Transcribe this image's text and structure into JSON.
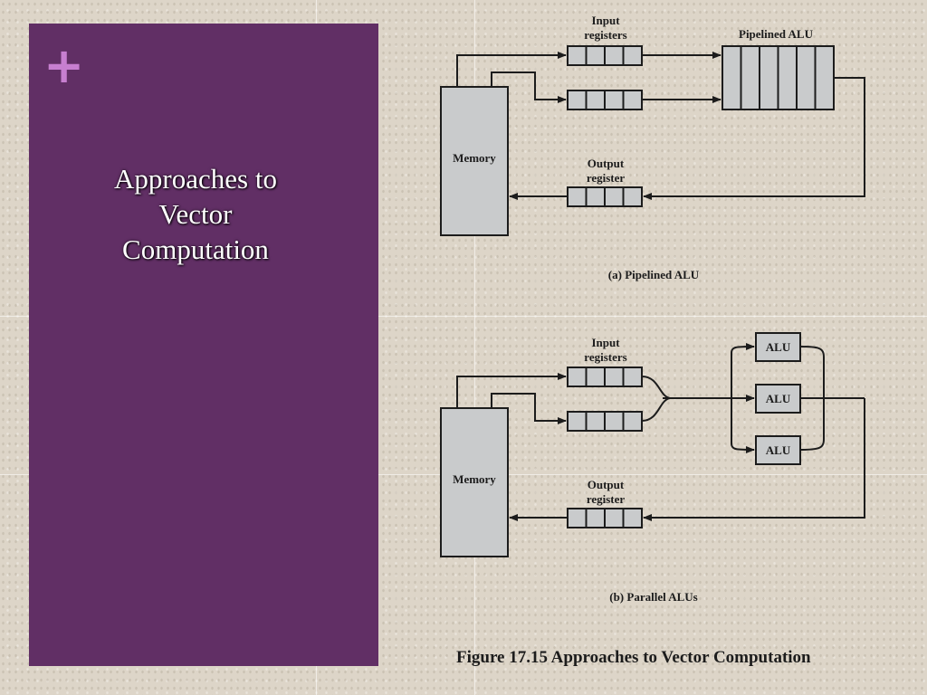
{
  "slide": {
    "plus_symbol": "+",
    "title_lines": [
      "Approaches to",
      "Vector",
      "Computation"
    ]
  },
  "figure": {
    "caption": "Figure 17.15  Approaches to Vector Computation",
    "a": {
      "input_label_1": "Input",
      "input_label_2": "registers",
      "pipeline_label": "Pipelined ALU",
      "memory_label": "Memory",
      "output_label_1": "Output",
      "output_label_2": "register",
      "subcaption": "(a) Pipelined ALU"
    },
    "b": {
      "input_label_1": "Input",
      "input_label_2": "registers",
      "alu_labels": [
        "ALU",
        "ALU",
        "ALU"
      ],
      "memory_label": "Memory",
      "output_label_1": "Output",
      "output_label_2": "register",
      "subcaption": "(b) Parallel ALUs"
    }
  },
  "colors": {
    "panel": "#612f65",
    "plus": "#c77fd0",
    "box_fill": "#c9cbcc",
    "line": "#1c1c1c"
  }
}
